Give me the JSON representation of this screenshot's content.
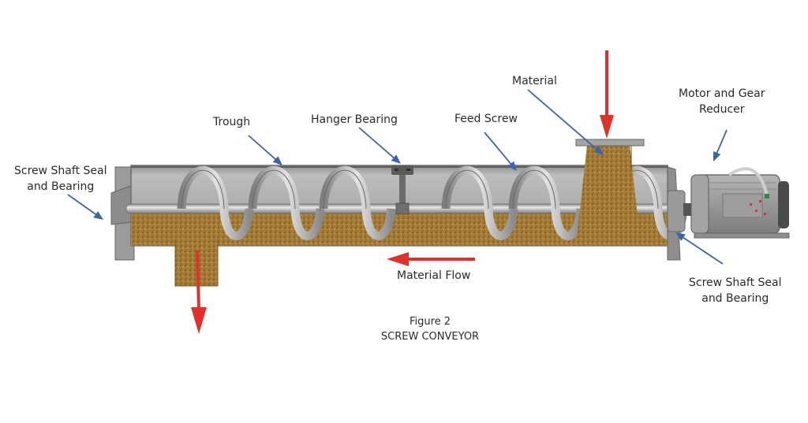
{
  "figure": {
    "number_label": "Figure 2",
    "title": "SCREW CONVEYOR"
  },
  "labels": {
    "seal_left_line1": "Screw Shaft Seal",
    "seal_left_line2": "and Bearing",
    "trough": "Trough",
    "hanger_bearing": "Hanger Bearing",
    "feed_screw": "Feed Screw",
    "material": "Material",
    "motor_line1": "Motor and Gear",
    "motor_line2": "Reducer",
    "material_flow": "Material Flow",
    "seal_right_line1": "Screw Shaft Seal",
    "seal_right_line2": "and Bearing"
  },
  "colors": {
    "flow_arrow": "#e2312b",
    "pointer_arrow": "#3c64a8",
    "material": "#a8803a",
    "steel": "#a9a9aa",
    "steel_dark": "#6f6f70"
  },
  "flow_direction": "right-to-left"
}
